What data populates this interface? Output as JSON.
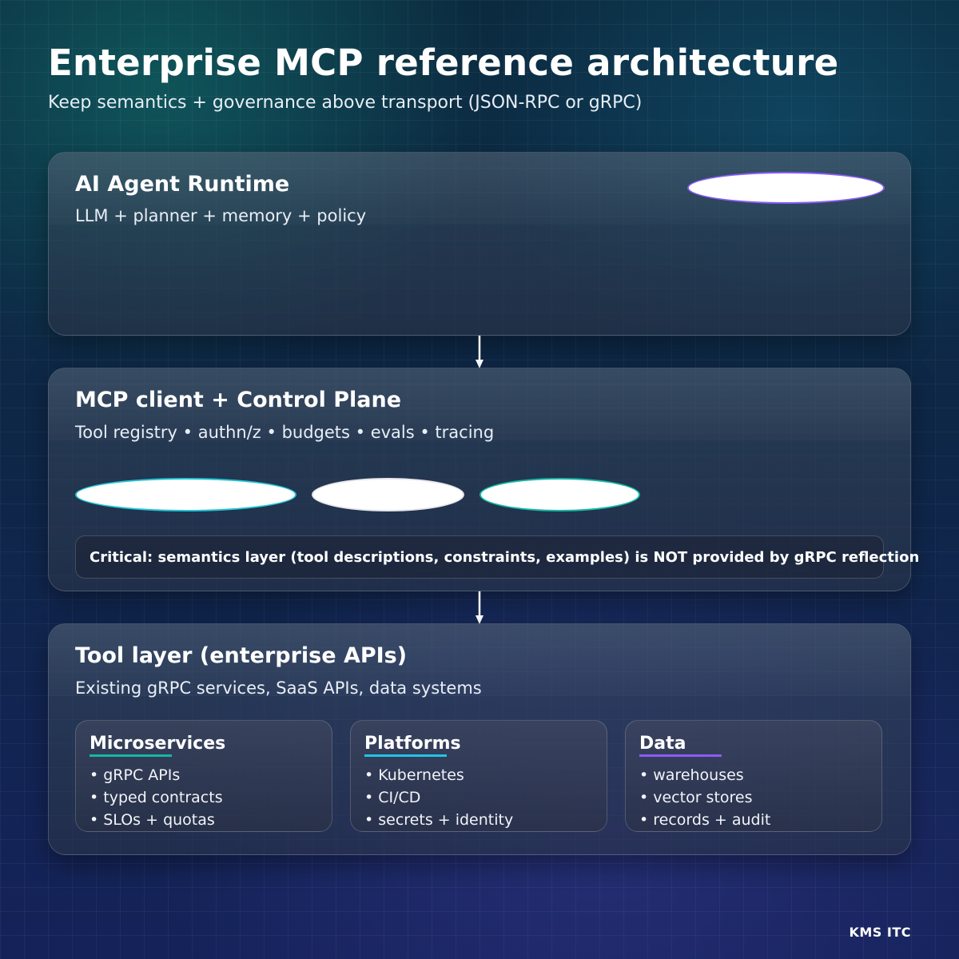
{
  "header": {
    "title": "Enterprise MCP reference architecture",
    "subtitle": "Keep semantics + governance above transport (JSON-RPC or gRPC)"
  },
  "layers": [
    {
      "title": "AI Agent Runtime",
      "subtitle": "LLM + planner + memory + policy",
      "pill_colors": [
        "#8a5cf6"
      ]
    },
    {
      "title": "MCP client + Control Plane",
      "subtitle": "Tool registry • authn/z • budgets • evals • tracing",
      "pill_colors": [
        "#22c5d6",
        "#e5e7eb",
        "#14b8a6"
      ],
      "critical_note": "Critical: semantics layer (tool descriptions, constraints, examples) is NOT provided by gRPC reflection"
    },
    {
      "title": "Tool layer (enterprise APIs)",
      "subtitle": "Existing gRPC services, SaaS APIs, data systems",
      "cards": [
        {
          "title": "Microservices",
          "accent": "#14b8a6",
          "items": [
            "• gRPC APIs",
            "• typed contracts",
            "• SLOs + quotas"
          ]
        },
        {
          "title": "Platforms",
          "accent": "#22c5e8",
          "items": [
            "• Kubernetes",
            "• CI/CD",
            "• secrets + identity"
          ]
        },
        {
          "title": "Data",
          "accent": "#8b5cf6",
          "items": [
            "• warehouses",
            "• vector stores",
            "• records + audit"
          ]
        }
      ]
    }
  ],
  "footer": {
    "brand": "KMS ITC"
  },
  "colors": {
    "arrow": "#ffffff",
    "text": "#ffffff"
  }
}
